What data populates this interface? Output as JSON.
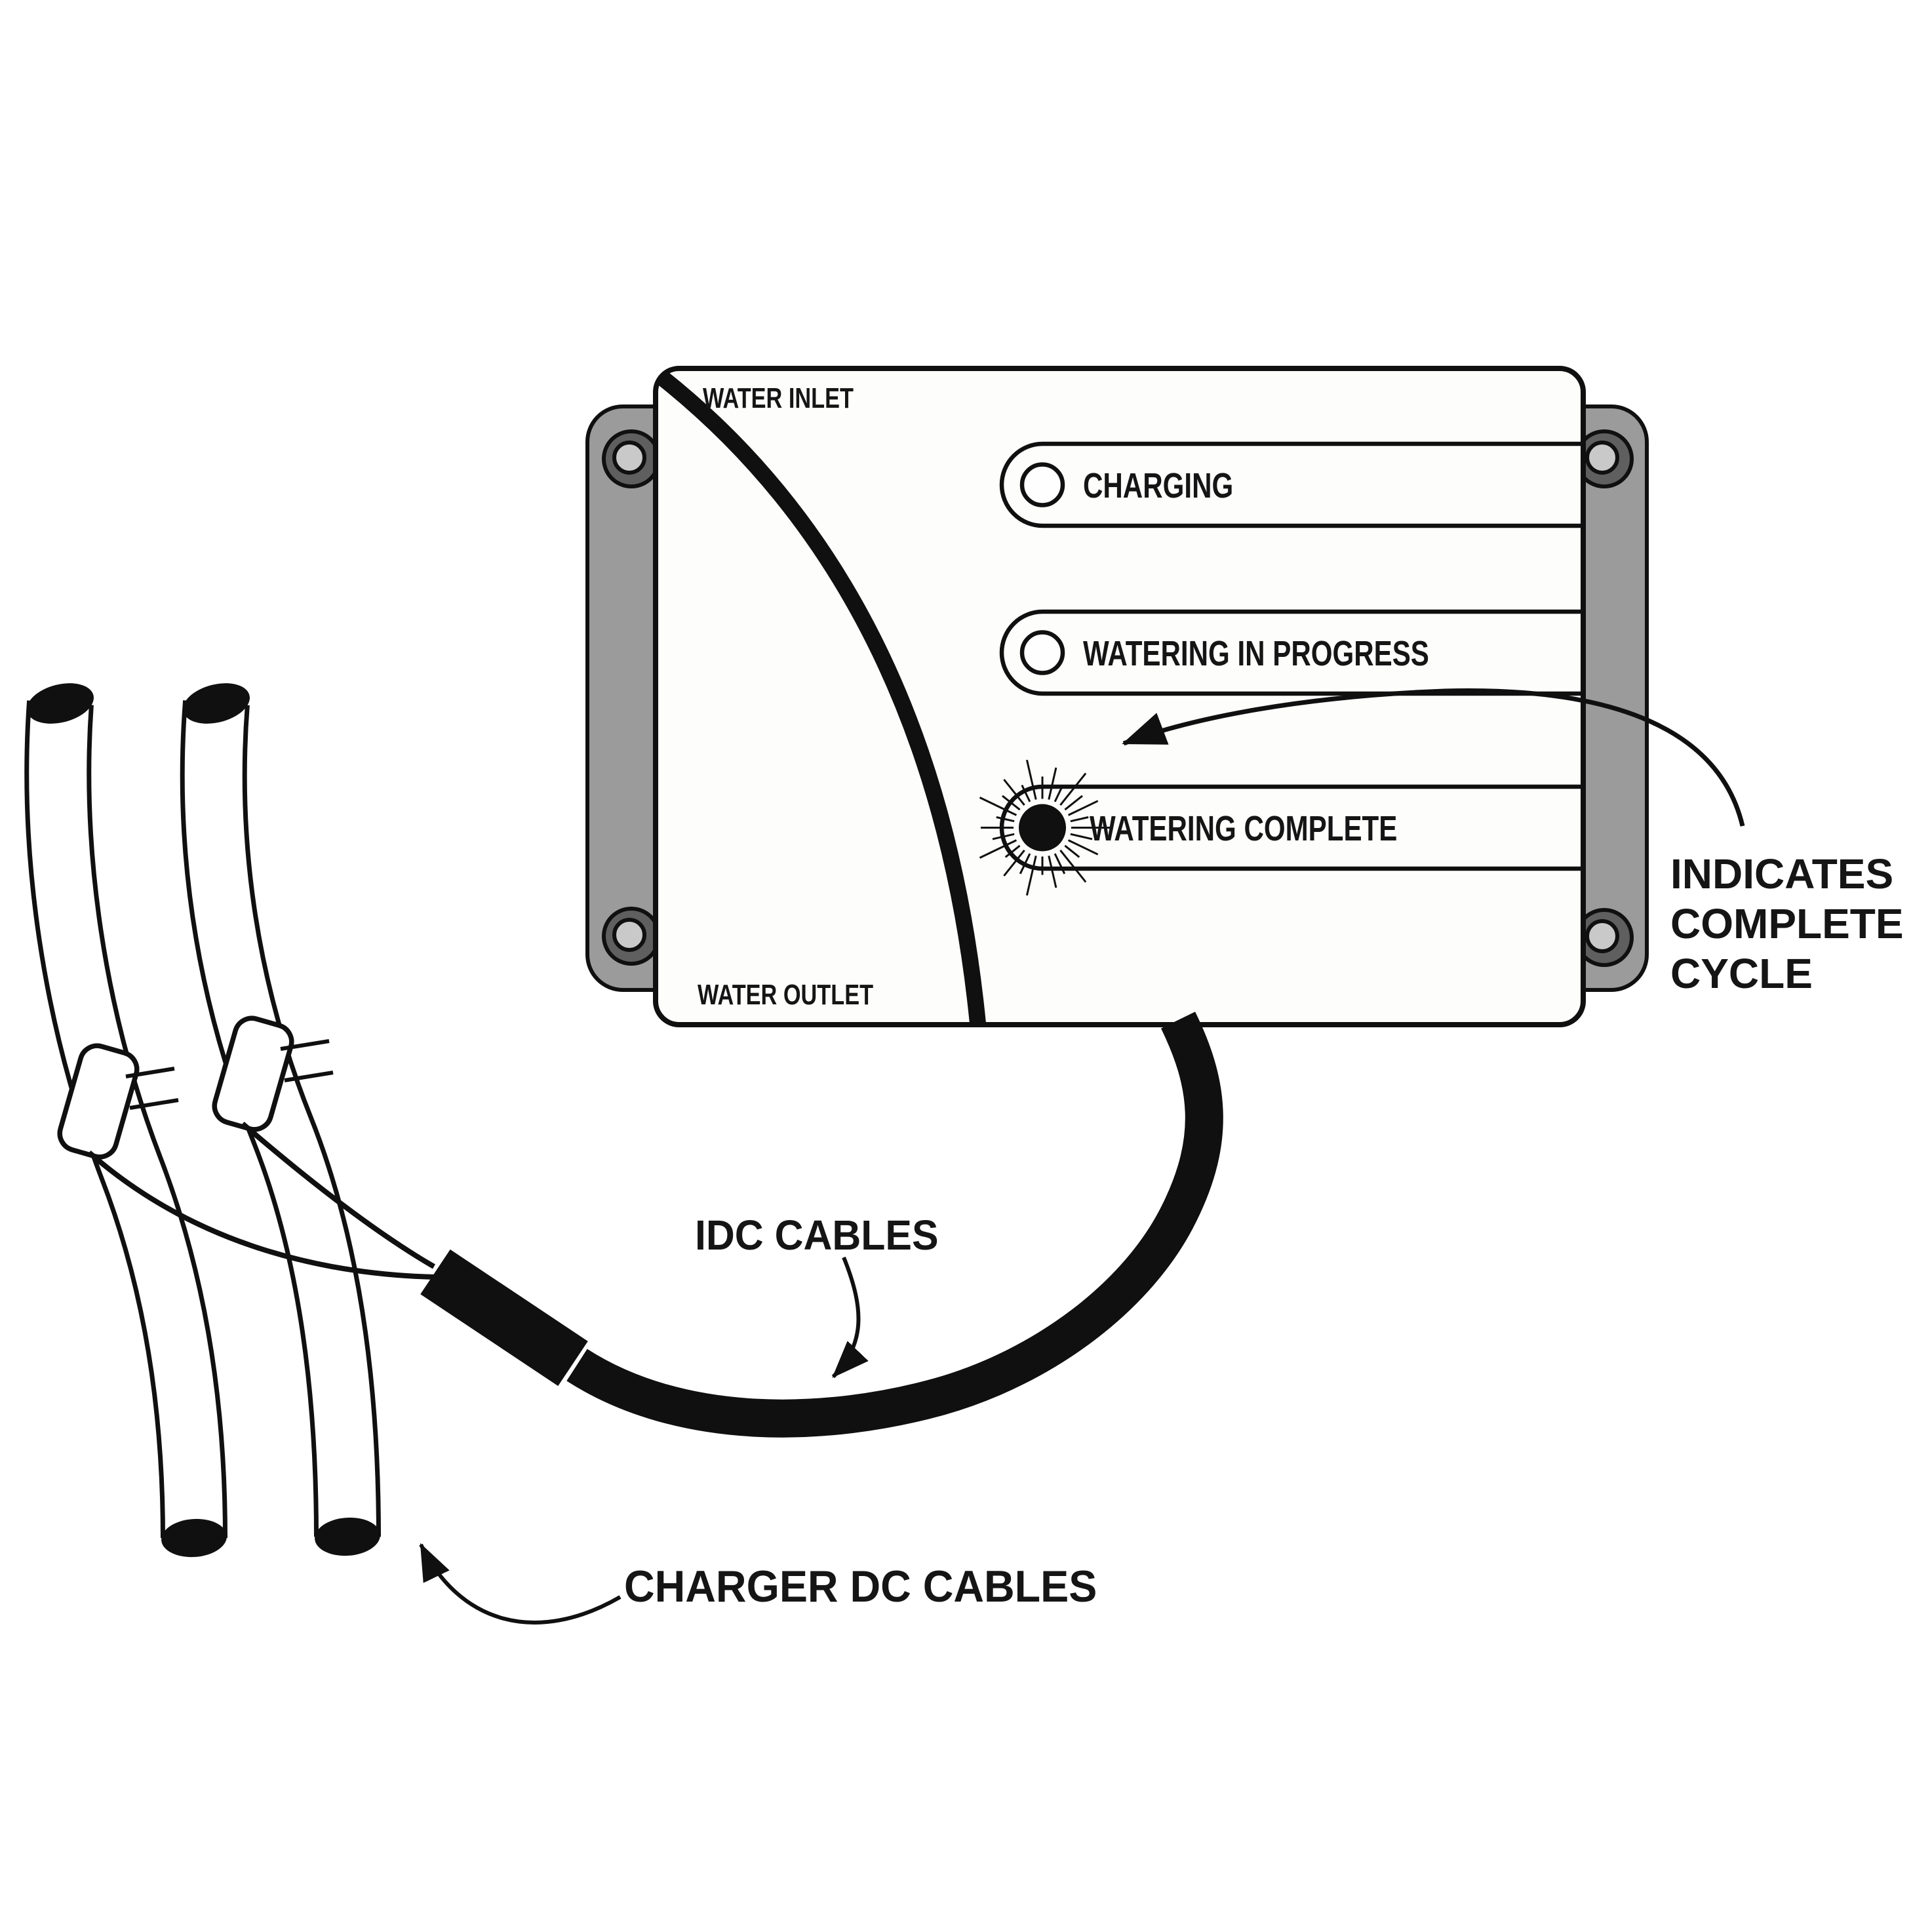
{
  "figure": {
    "description": "Battery watering system monitor diagram",
    "device_panel": {
      "water_inlet_label": "WATER INLET",
      "water_outlet_label": "WATER OUTLET",
      "indicators": [
        {
          "label": "CHARGING",
          "state": "off"
        },
        {
          "label": "WATERING IN PROGRESS",
          "state": "off"
        },
        {
          "label": "WATERING COMPLETE",
          "state": "on"
        }
      ]
    },
    "annotations": {
      "complete_cycle_note": {
        "lines": [
          "INDICATES",
          "COMPLETE",
          "CYCLE"
        ],
        "text": "INDICATES COMPLETE CYCLE",
        "points_to": "WATERING COMPLETE indicator"
      },
      "idc_cables_label": "IDC CABLES",
      "charger_dc_cables_label": "CHARGER DC CABLES"
    },
    "colors": {
      "ink": "#101010",
      "paper": "#ffffff",
      "panel_fill": "#fdfdfc",
      "bracket_fill": "#9b9b9b",
      "screw_ring": "#5f5f5f",
      "screw_center": "#c9c9c9",
      "led_on_fill": "#101010",
      "led_off_fill": "#fefefe"
    }
  }
}
